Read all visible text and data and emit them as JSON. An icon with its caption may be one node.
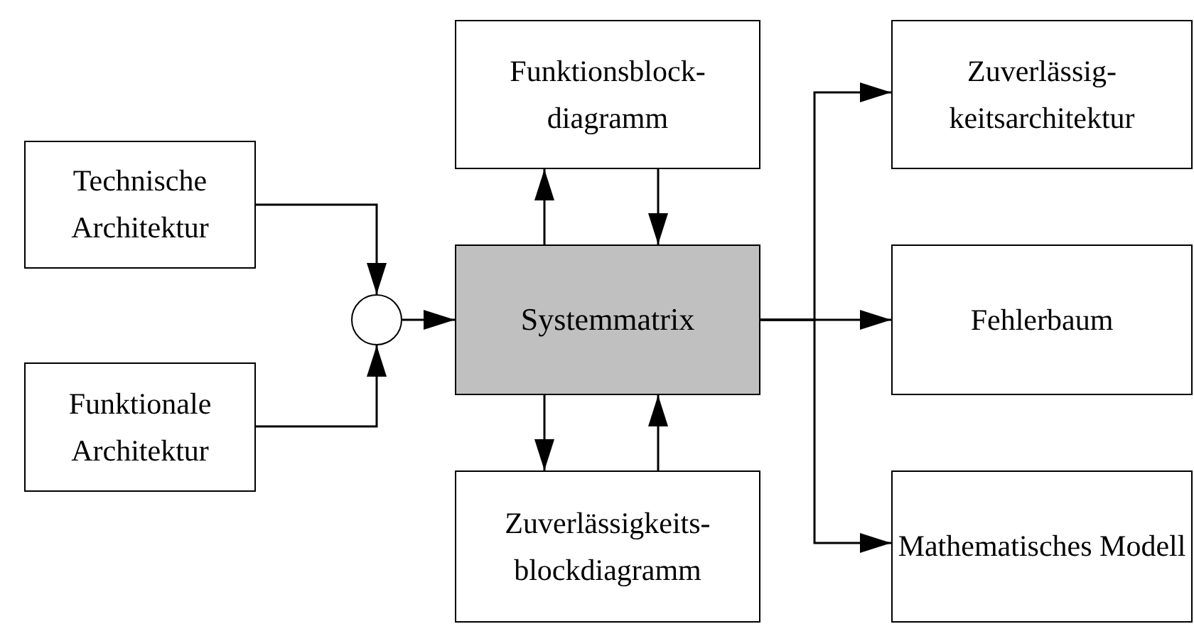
{
  "diagram": {
    "nodes": [
      {
        "text": [
          "Technische Architektur"
        ]
      },
      {
        "text": [
          "Funktionale Architektur"
        ]
      },
      {
        "text": [],
        "shape": "circle"
      },
      {
        "text": [
          "Systemmatrix"
        ]
      },
      {
        "text": [
          "Funktionsblock- diagramm"
        ]
      },
      {
        "text": [
          "Zuverlässigkeits- blockdiagramm"
        ]
      },
      {
        "text": [
          "Zuverlässig- keitsarchitektur"
        ]
      },
      {
        "text": [
          "Fehlerbaum"
        ]
      },
      {
        "text": [
          "Mathematisches Modell"
        ]
      }
    ],
    "edges": [
      {
        "from": 0,
        "to": 2,
        "arrow": "to"
      },
      {
        "from": 1,
        "to": 2,
        "arrow": "to"
      },
      {
        "from": 2,
        "to": 3,
        "arrow": "to"
      },
      {
        "from": 3,
        "to": 4,
        "arrow": "to"
      },
      {
        "from": 4,
        "to": 3,
        "arrow": "to"
      },
      {
        "from": 3,
        "to": 5,
        "arrow": "to"
      },
      {
        "from": 5,
        "to": 3,
        "arrow": "to"
      },
      {
        "from": 3,
        "to": 6,
        "arrow": "to"
      },
      {
        "from": 3,
        "to": 7,
        "arrow": "to"
      },
      {
        "from": 3,
        "to": 8,
        "arrow": "to"
      }
    ]
  }
}
